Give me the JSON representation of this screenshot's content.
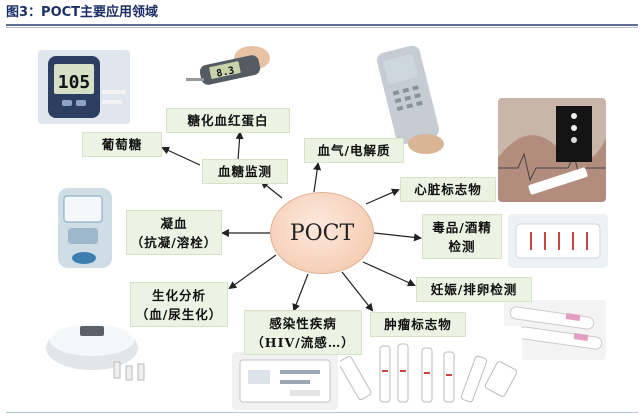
{
  "figure": {
    "title": "图3：POCT主要应用领域",
    "hub": "POCT"
  },
  "labels": {
    "glucose": "葡萄糖",
    "hba1c": "糖化血红蛋白",
    "blood_gas": "血气/电解质",
    "glucose_monitoring": "血糖监测",
    "cardiac": "心脏标志物",
    "coagulation_1": "凝血",
    "coagulation_2": "（抗凝/溶栓）",
    "drugs_1": "毒品/酒精",
    "drugs_2": "检测",
    "pregnancy": "妊娠/排卵检测",
    "biochem_1": "生化分析",
    "biochem_2": "（血/尿生化）",
    "infection_1": "感染性疾病",
    "infection_2": "（HIV/流感…）",
    "tumor": "肿瘤标志物"
  },
  "devices": {
    "glucometer_readout": "105",
    "hba1c_readout": "8.3"
  },
  "colors": {
    "label_fill": "#edf3e2",
    "hub_fill": "#f7d3bd",
    "title_text": "#1a2f66"
  }
}
